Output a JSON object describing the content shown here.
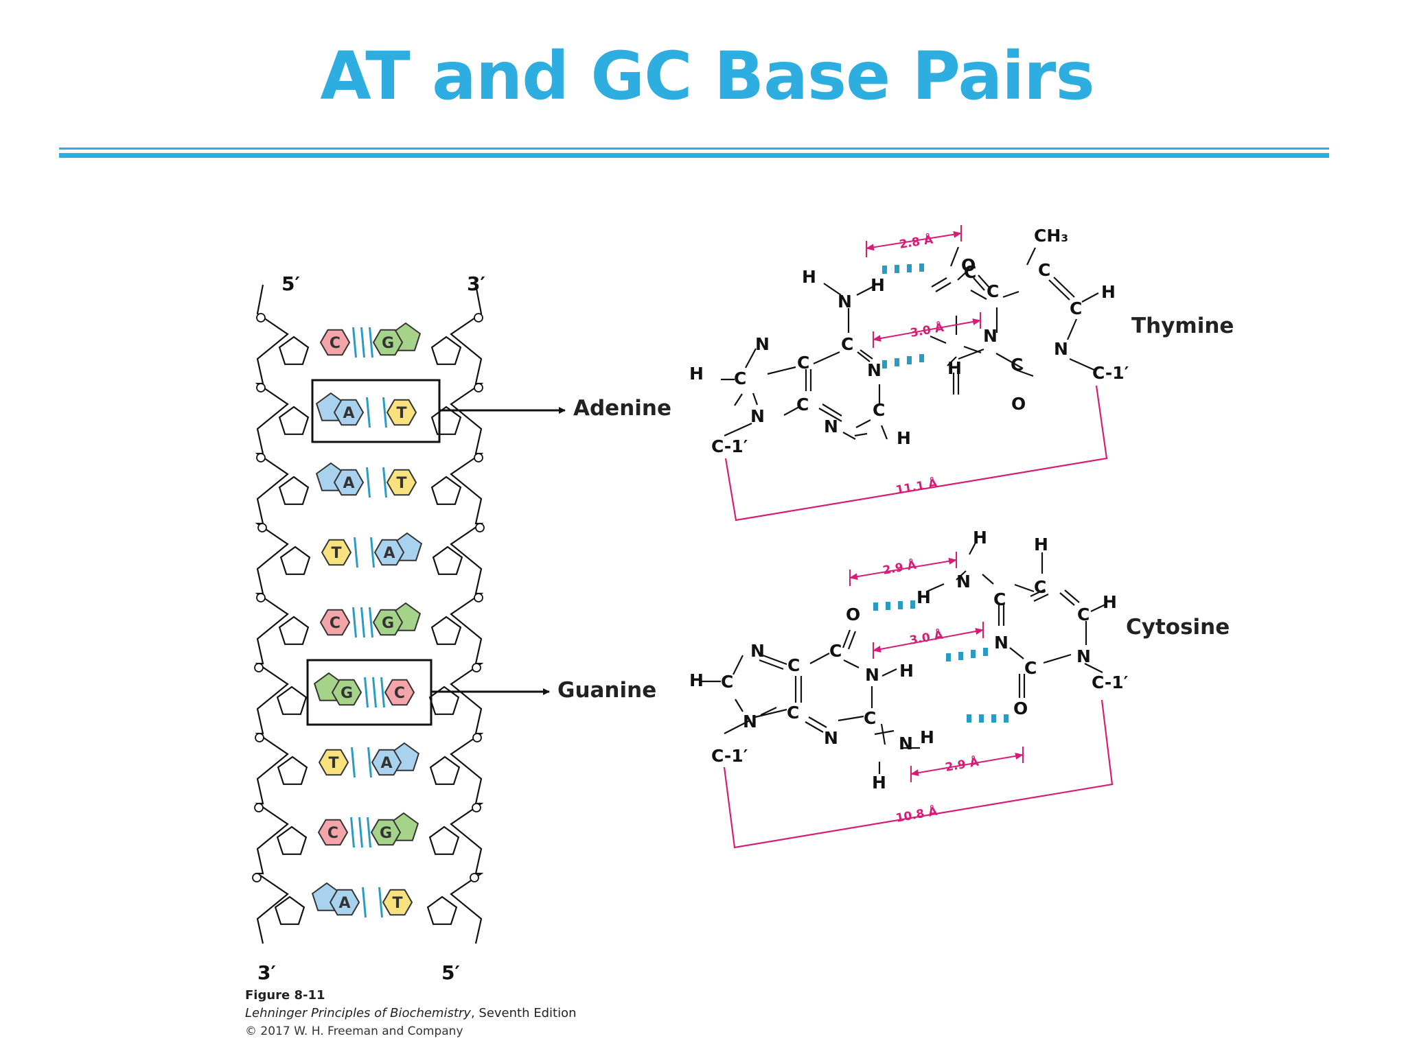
{
  "slide": {
    "title": "AT and GC Base Pairs"
  },
  "helix": {
    "top_left_end": "5′",
    "top_right_end": "3′",
    "bottom_left_end": "3′",
    "bottom_right_end": "5′",
    "pairs": [
      {
        "left": "C",
        "right": "G"
      },
      {
        "left": "A",
        "right": "T"
      },
      {
        "left": "A",
        "right": "T"
      },
      {
        "left": "T",
        "right": "A"
      },
      {
        "left": "C",
        "right": "G"
      },
      {
        "left": "G",
        "right": "C"
      },
      {
        "left": "T",
        "right": "A"
      },
      {
        "left": "C",
        "right": "G"
      },
      {
        "left": "A",
        "right": "T"
      }
    ]
  },
  "callouts": {
    "adenine": "Adenine",
    "guanine": "Guanine"
  },
  "at_pair": {
    "partner_label": "Thymine",
    "hbond_top": "2.8 Å",
    "hbond_mid": "3.0 Å",
    "c1_span": "11.1 Å"
  },
  "gc_pair": {
    "partner_label": "Cytosine",
    "hbond_top": "2.9 Å",
    "hbond_mid": "3.0 Å",
    "hbond_bottom": "2.9 Å",
    "c1_span": "10.8 Å"
  },
  "atoms": {
    "H": "H",
    "N": "N",
    "C": "C",
    "O": "O",
    "CH3": "CH₃",
    "C1p": "C-1′"
  },
  "caption": {
    "figure": "Figure 8-11",
    "book_title": "Lehninger Principles of Biochemistry",
    "edition": ", Seventh Edition",
    "copyright": "© 2017 W. H. Freeman and Company"
  },
  "colors": {
    "title": "#2eaee0",
    "C": "#f3a5aa",
    "G": "#a6d38a",
    "A": "#a9d2ee",
    "T": "#f7e27f",
    "distance": "#d81b74",
    "hbond_dash": "#2a9bc4"
  }
}
